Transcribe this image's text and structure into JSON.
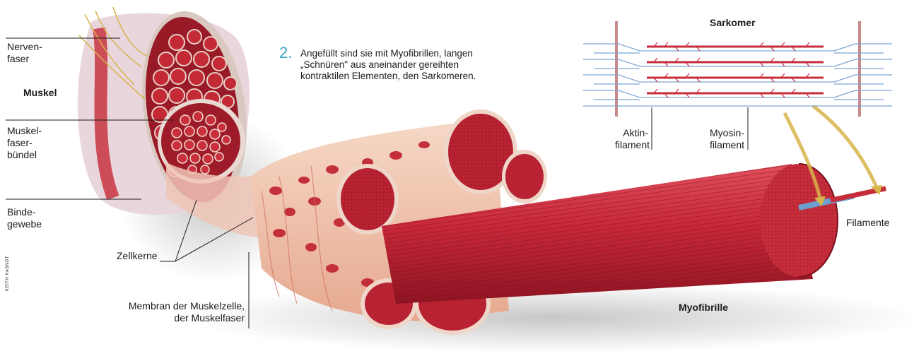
{
  "labels": {
    "nervenfaser": "Nerven-\nfaser",
    "muskel": "Muskel",
    "muskelfaserbuendel": "Muskel-\nfaser-\nbündel",
    "bindegewebe": "Binde-\ngewebe",
    "zellkerne": "Zellkerne",
    "membran": "Membran der Muskelzelle,\nder Muskelfaser",
    "sarkomer": "Sarkomer",
    "aktinfilament": "Aktin-\nfilament",
    "myosinfilament": "Myosin-\nfilament",
    "myofibrille": "Myofibrille",
    "filamente": "Filamente"
  },
  "step": {
    "number": "2.",
    "text": "Angefüllt sind sie mit Myofibrillen, langen „Schnüren\" aus aneinander gereihten kontraktilen Elementen, den Sarkomeren."
  },
  "credit": "KEITH KASNOT",
  "colors": {
    "muscle_red": "#c8283a",
    "dark_red": "#8e1422",
    "tissue_pink": "#f2c9b4",
    "filament_blue": "#6a9fd0",
    "accent_cyan": "#3aa5c7",
    "arrow_yellow": "#d9b44a"
  }
}
